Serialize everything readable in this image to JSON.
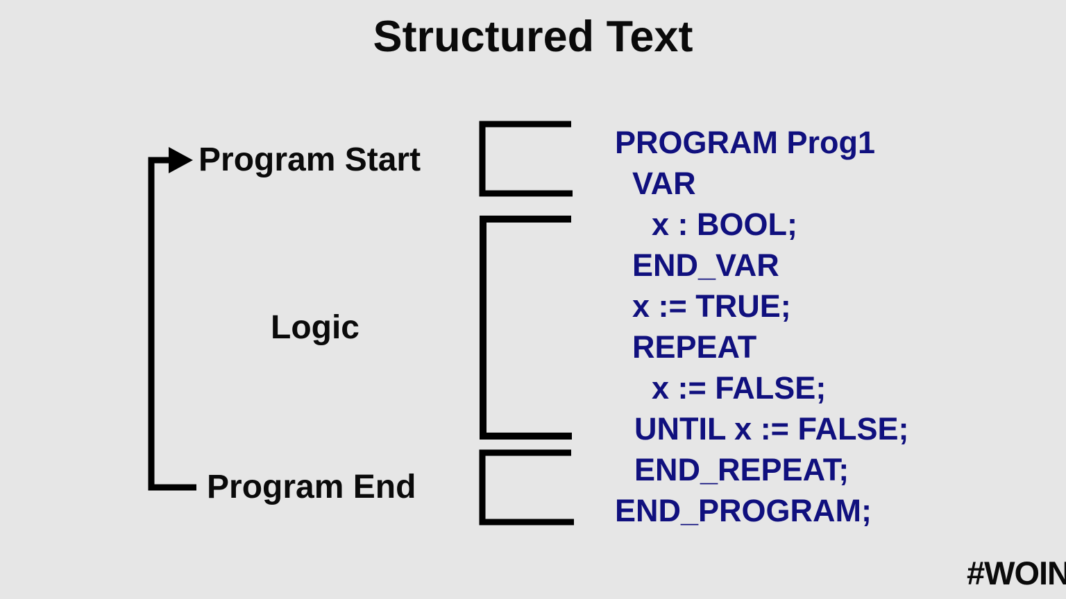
{
  "slide": {
    "title": "Structured Text",
    "background_color": "#e6e6e6",
    "title_color": "#0a0a0a",
    "code_color": "#10107e",
    "line_color": "#000000"
  },
  "flow": {
    "labels": [
      {
        "name": "program-start",
        "text": "Program Start"
      },
      {
        "name": "logic",
        "text": "Logic"
      },
      {
        "name": "program-end",
        "text": "Program End"
      }
    ],
    "arrow_icon": "loop-back-arrow-icon",
    "brackets": [
      {
        "name": "bracket-program-start",
        "maps_to": "Program Start"
      },
      {
        "name": "bracket-logic",
        "maps_to": "Logic"
      },
      {
        "name": "bracket-program-end",
        "maps_to": "Program End"
      }
    ]
  },
  "code": {
    "language": "Structured Text",
    "lines": [
      {
        "text": "PROGRAM Prog1",
        "indent": 0
      },
      {
        "text": "VAR",
        "indent": 1
      },
      {
        "text": "x : BOOL;",
        "indent": 2
      },
      {
        "text": "END_VAR",
        "indent": 1
      },
      {
        "text": "x := TRUE;",
        "indent": 1
      },
      {
        "text": "REPEAT",
        "indent": 1
      },
      {
        "text": "x := FALSE;",
        "indent": 2
      },
      {
        "text": "UNTIL x := FALSE;",
        "indent": 1
      },
      {
        "text": "END_REPEAT;",
        "indent": 1
      },
      {
        "text": "END_PROGRAM;",
        "indent": 0
      }
    ]
  },
  "watermark": {
    "text": "#WOIN"
  }
}
